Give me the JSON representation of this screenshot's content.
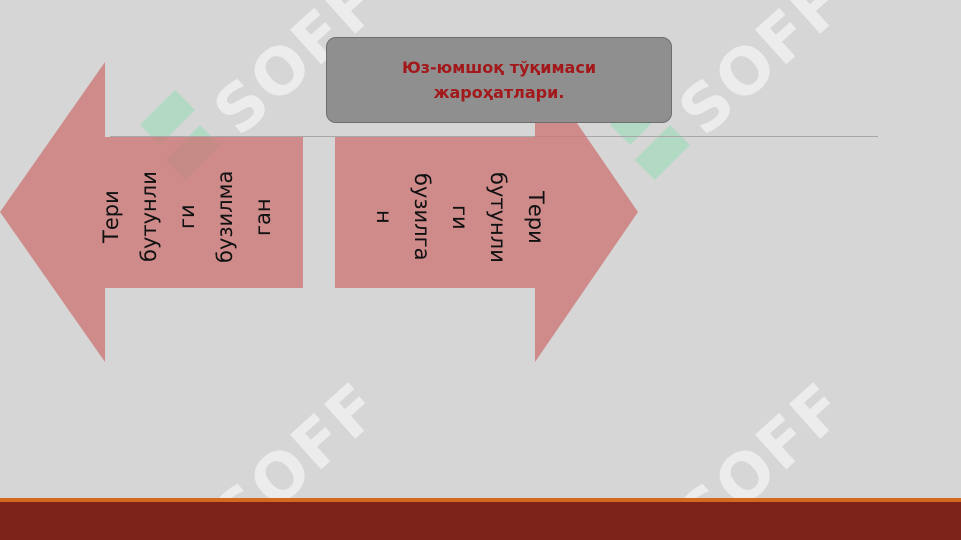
{
  "title": "Юз-юмшоқ тўқимаси\nжароҳатлари.",
  "left_arrow_text": "Тери\nбутунли\nги\nбузилма\nган",
  "right_arrow_text": "Тери\nбутунли\nги\nбузилга\nн",
  "watermark": "SOFF",
  "colors": {
    "background": "#d6d6d6",
    "arrow_fill": "#cd7575",
    "title_box": "#8f8f8f",
    "title_text": "#a3191b",
    "footer": "#7c2219",
    "footer_accent": "#d2691e"
  }
}
